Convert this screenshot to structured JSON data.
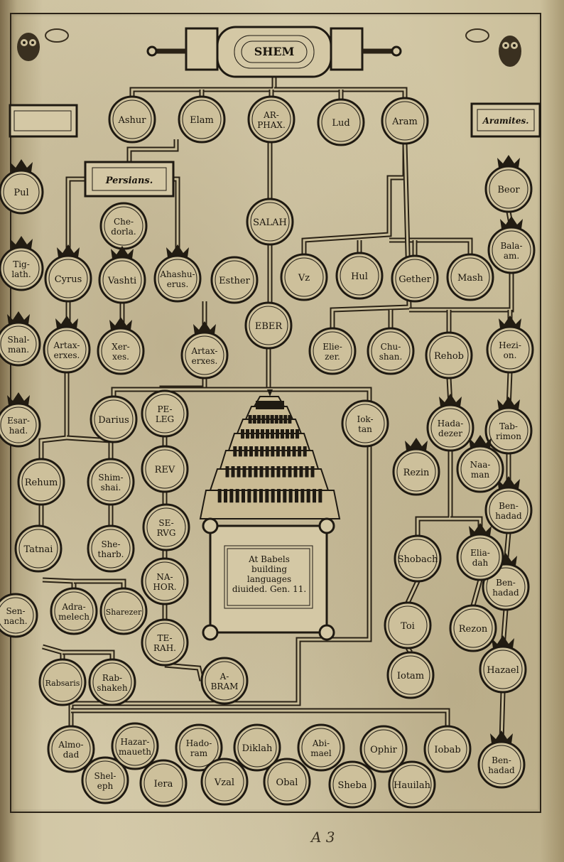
{
  "root": {
    "label": "SHEM"
  },
  "cartouches": {
    "persians": "Persians.",
    "aramites": "Aramites."
  },
  "babel_caption": "At Babels building languages diuided. Gen. 11.",
  "folio": "A 3",
  "sons_of_shem": [
    "Ashur",
    "Elam",
    "AR-PHAX.",
    "Lud",
    "Aram"
  ],
  "line_of_arphaxad": [
    "SALAH",
    "EBER",
    "PE-LEG",
    "REV",
    "SE-RVG",
    "NA-HOR.",
    "TE-RAH.",
    "A-BRAM",
    "Iok-tan"
  ],
  "sons_of_aram": [
    "Vz",
    "Hul",
    "Gether",
    "Mash"
  ],
  "persian_kings": [
    "Che-dorla.",
    "Cyrus",
    "Vashti",
    "Ahashu-erus.",
    "Esther",
    "Artax-erxes.",
    "Xer-xes.",
    "Artax-erxes.",
    "Darius"
  ],
  "persian_officers": [
    "Rehum",
    "Shim-shai.",
    "Tatnai",
    "She-tharb.",
    "Adra-melech",
    "Sharezer",
    "Rabsaris",
    "Rab-shakeh"
  ],
  "left_edge_fragments": [
    "Pul",
    "Tig-lath.",
    "Shal-man.",
    "Esar-had.",
    "Sen-nach."
  ],
  "aramite_kings": [
    "Beor",
    "Bala-am.",
    "Hezi-on.",
    "Tab-rimon",
    "Ben-hadad",
    "Ben-hadad",
    "Hazael",
    "Ben-hadad"
  ],
  "syrian_figures": [
    "Elie-zer.",
    "Chu-shan.",
    "Rehob",
    "Hada-dezer",
    "Rezin",
    "Naa-man",
    "Shobach",
    "Elia-dah",
    "Toi",
    "Rezon",
    "Iotam"
  ],
  "sons_of_joktan": [
    "Almo-dad",
    "Shel-eph",
    "Hazar-maueth",
    "Iera",
    "Hado-ram",
    "Vzal",
    "Diklah",
    "Obal",
    "Abi-mael",
    "Sheba",
    "Ophir",
    "Hauilah",
    "Iobab"
  ],
  "colors": {
    "ink": "#1f1a12",
    "paper": "#d2c7a6",
    "fill": "#cdc09b"
  }
}
